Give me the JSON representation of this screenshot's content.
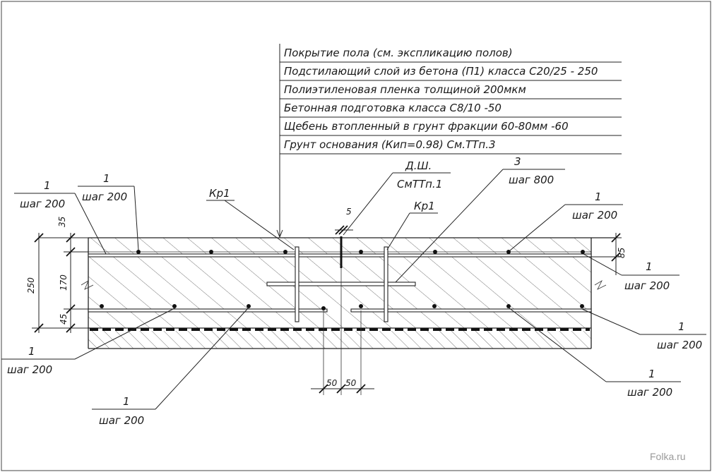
{
  "legend": [
    "Покрытие пола (см. экспликацию полов)",
    "Подстилающий слой из бетона (П1) класса С20/25 - 250",
    "Полиэтиленовая пленка толщиной 200мкм",
    "Бетонная подготовка класса С8/10 -50",
    "Щебень втопленный в грунт фракции 60-80мм -60",
    "Грунт основания (Кип=0.98) См.ТТп.3"
  ],
  "callouts": {
    "tl_outer_num": "1",
    "tl_outer_step": "шаг 200",
    "tl_inner_num": "1",
    "tl_inner_step": "шаг 200",
    "kr1_left": "Кр1",
    "kr1_right": "Кр1",
    "dsh_top": "Д.Ш.",
    "dsh_bottom": "СмТТп.1",
    "dim_5": "5",
    "item3_num": "3",
    "item3_step": "шаг 800",
    "tr_num": "1",
    "tr_step": "шаг 200",
    "r1_num": "1",
    "r1_step": "шаг 200",
    "r2_num": "1",
    "r2_step": "шаг 200",
    "r3_num": "1",
    "r3_step": "шаг 200",
    "bl_num": "1",
    "bl_step": "шаг 200",
    "bc_num": "1",
    "bc_step": "шаг 200"
  },
  "dimensions": {
    "d35": "35",
    "d250": "250",
    "d170": "170",
    "d45": "45",
    "d85": "85",
    "d50a": "50",
    "d50b": "50"
  },
  "watermark": "Folka.ru"
}
